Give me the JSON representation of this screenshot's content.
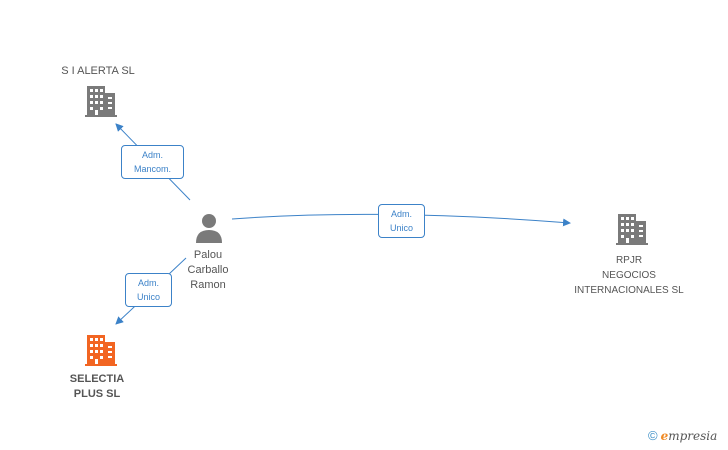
{
  "diagram": {
    "nodes": {
      "s_i_alerta": {
        "label": "S I ALERTA SL",
        "type": "company"
      },
      "person": {
        "label_lines": [
          "Palou",
          "Carballo",
          "Ramon"
        ],
        "type": "person"
      },
      "rpjr": {
        "label_lines": [
          "RPJR",
          "NEGOCIOS",
          "INTERNACIONALES SL"
        ],
        "type": "company"
      },
      "selectia": {
        "label_lines": [
          "SELECTIA",
          "PLUS SL"
        ],
        "type": "company",
        "highlight": true
      }
    },
    "relations": {
      "to_s_i_alerta": {
        "lines": [
          "Adm.",
          "Mancom."
        ]
      },
      "to_rpjr": {
        "lines": [
          "Adm.",
          "Unico"
        ]
      },
      "to_selectia": {
        "lines": [
          "Adm.",
          "Unico"
        ]
      }
    }
  },
  "colors": {
    "company": "#7a7a7a",
    "highlight": "#f26522",
    "person": "#7a7a7a",
    "edge": "#3c82c8"
  },
  "watermark": {
    "copyright": "©",
    "e": "e",
    "brand": "mpresia"
  }
}
